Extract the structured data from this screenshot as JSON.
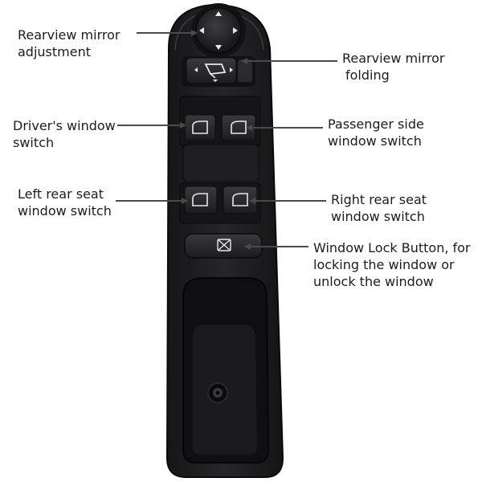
{
  "labels": {
    "mirror_adjust": [
      "Rearview mirror",
      "adjustment"
    ],
    "mirror_fold": [
      "Rearview mirror",
      "folding"
    ],
    "driver_window": [
      "Driver's window",
      "switch"
    ],
    "passenger_window": [
      "Passenger side",
      "window switch"
    ],
    "left_rear": [
      "Left rear seat",
      "window switch"
    ],
    "right_rear": [
      "Right rear seat",
      "window switch"
    ],
    "window_lock": [
      "Window Lock Button, for",
      "locking the window or",
      "unlock the window"
    ]
  },
  "colors": {
    "panel": "#1d1d1f",
    "button": "#2b2b2d",
    "leader": "#4a4a4a",
    "icon": "#e8e8e8"
  },
  "icons": [
    "mirror-joystick-icon",
    "mirror-fold-icon",
    "window-switch-icon",
    "window-lock-icon",
    "bolt-icon"
  ]
}
